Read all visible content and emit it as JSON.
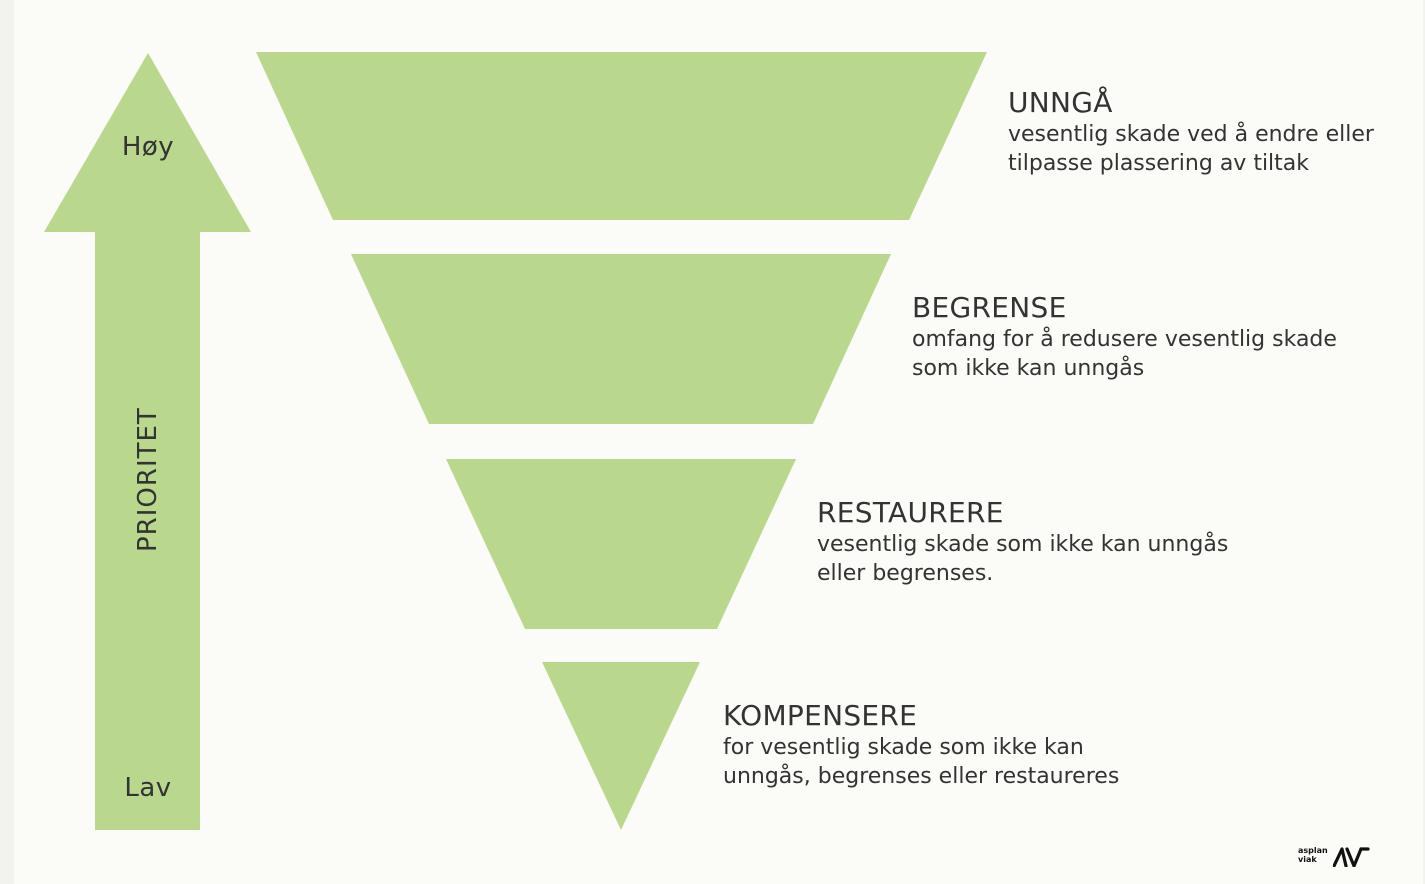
{
  "colors": {
    "background": "#fbfbf7",
    "shape_fill": "#bad88d",
    "text": "#333333",
    "logo": "#111111"
  },
  "arrow": {
    "high_label": "Høy",
    "low_label": "Lav",
    "axis_label": "PRIORITET"
  },
  "levels": [
    {
      "title": "UNNGÅ",
      "lines": [
        "vesentlig skade ved å endre eller",
        "tilpasse plassering av tiltak"
      ]
    },
    {
      "title": "BEGRENSE",
      "lines": [
        "omfang for å redusere vesentlig skade",
        "som ikke kan unngås"
      ]
    },
    {
      "title": "RESTAURERE",
      "lines": [
        "vesentlig skade som ikke kan unngås",
        "eller begrenses."
      ]
    },
    {
      "title": "KOMPENSERE",
      "lines": [
        "for vesentlig skade som ikke kan",
        "unngås, begrenses eller restaureres"
      ]
    }
  ],
  "logo": {
    "line1": "asplan",
    "line2": "viak",
    "mark": "AV-logo-icon"
  }
}
